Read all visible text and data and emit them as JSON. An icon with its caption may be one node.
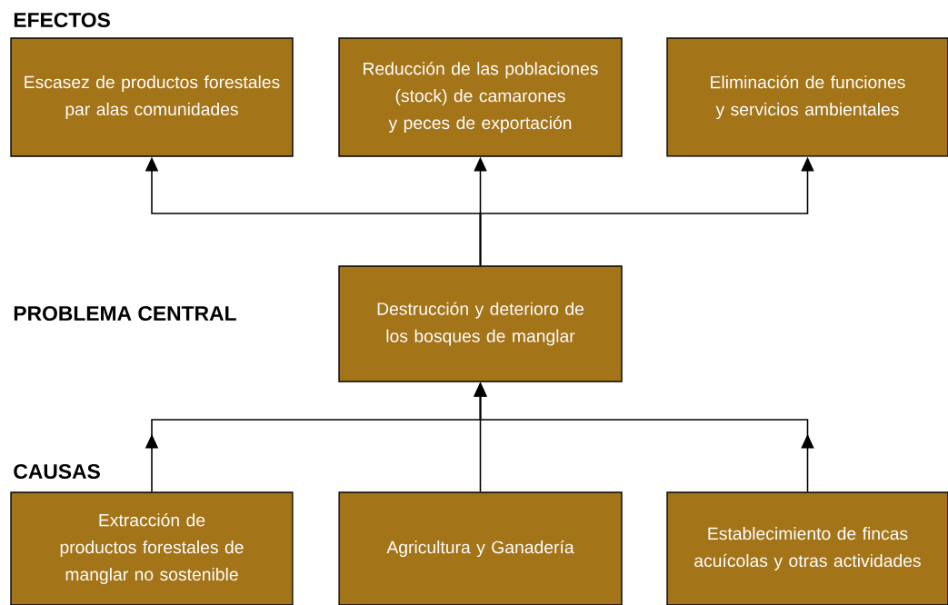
{
  "diagram": {
    "nodes": [
      {
        "text": [
          "Escasez de productos forestales par alas comunidades"
        ]
      },
      {
        "text": [
          "Reducción de las poblaciones (stock) de camarones y peces de exportación"
        ]
      },
      {
        "text": [
          "Eliminación de funciones y servicios ambientales"
        ]
      },
      {
        "text": [
          "Destrucción y deterioro de los bosques de manglar"
        ]
      },
      {
        "text": [
          "Extracción de productos forestales de manglar no sostenible"
        ]
      },
      {
        "text": [
          "Agricultura y Ganadería"
        ]
      },
      {
        "text": [
          "Establecimiento de fincas acuícolas y otras actividades"
        ]
      }
    ],
    "edges": [
      {
        "from": 3,
        "to": 0,
        "arrow": "to"
      },
      {
        "from": 3,
        "to": 1,
        "arrow": "to"
      },
      {
        "from": 3,
        "to": 2,
        "arrow": "to"
      },
      {
        "from": 4,
        "to": 3,
        "arrow": "to"
      },
      {
        "from": 5,
        "to": 3,
        "arrow": "to"
      },
      {
        "from": 6,
        "to": 3,
        "arrow": "to"
      }
    ],
    "labels": [
      "EFECTOS",
      "PROBLEMA CENTRAL",
      "CAUSAS"
    ]
  }
}
